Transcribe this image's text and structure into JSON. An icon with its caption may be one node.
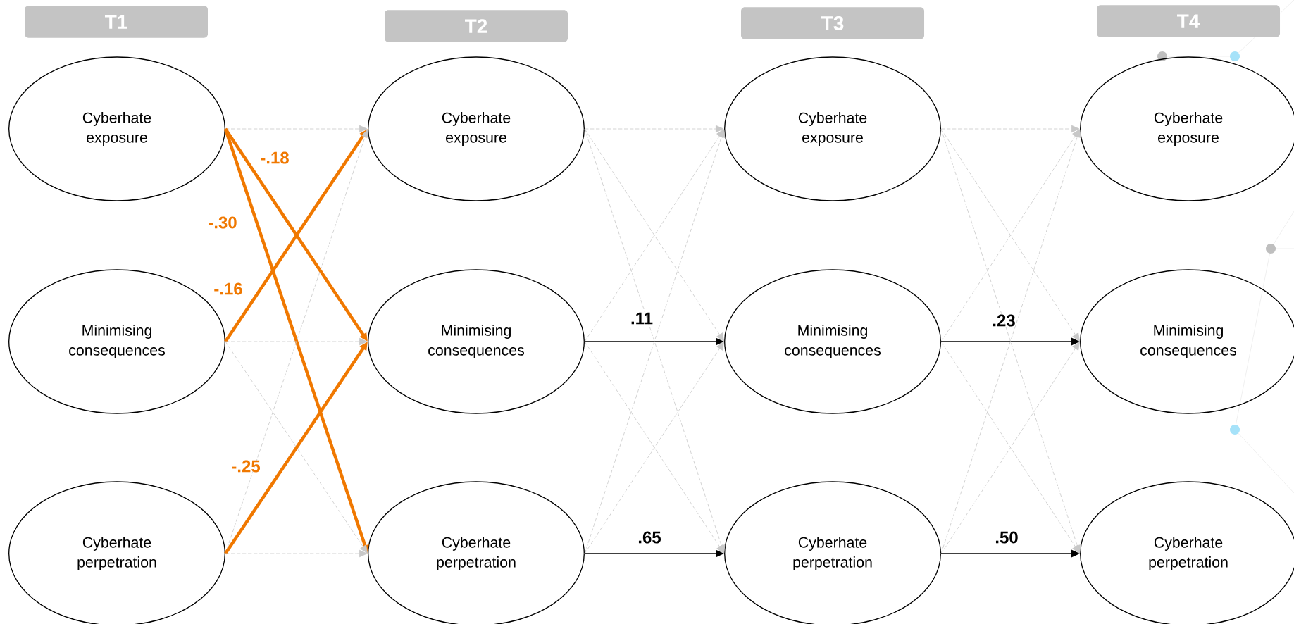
{
  "diagram": {
    "nodes": [
      {
        "text": [
          "T1"
        ]
      },
      {
        "text": [
          "T2"
        ]
      },
      {
        "text": [
          "T3"
        ]
      },
      {
        "text": [
          "T4"
        ]
      },
      {
        "text": [
          "Cyberhate exposure"
        ]
      },
      {
        "text": [
          "Minimising consequences"
        ]
      },
      {
        "text": [
          "Cyberhate perpetration"
        ]
      },
      {
        "text": [
          "Cyberhate exposure"
        ]
      },
      {
        "text": [
          "Minimising consequences"
        ]
      },
      {
        "text": [
          "Cyberhate perpetration"
        ]
      },
      {
        "text": [
          "Cyberhate exposure"
        ]
      },
      {
        "text": [
          "Minimising consequences"
        ]
      },
      {
        "text": [
          "Cyberhate perpetration"
        ]
      },
      {
        "text": [
          "Cyberhate exposure"
        ]
      },
      {
        "text": [
          "Minimising consequences"
        ]
      },
      {
        "text": [
          "Cyberhate perpetration"
        ]
      }
    ],
    "edges": [
      {
        "from": 4,
        "to": 7,
        "arrow": "to",
        "style": "dashed"
      },
      {
        "from": 4,
        "to": 8,
        "arrow": "to",
        "style": "thick",
        "color": "#f07800",
        "label": "-.18"
      },
      {
        "from": 4,
        "to": 9,
        "arrow": "to",
        "style": "thick",
        "color": "#f07800",
        "label": "-.30"
      },
      {
        "from": 5,
        "to": 7,
        "arrow": "to",
        "style": "thick",
        "color": "#f07800",
        "label": "-.16"
      },
      {
        "from": 5,
        "to": 8,
        "arrow": "to",
        "style": "dashed"
      },
      {
        "from": 5,
        "to": 9,
        "arrow": "to",
        "style": "dashed"
      },
      {
        "from": 6,
        "to": 7,
        "arrow": "to",
        "style": "dashed"
      },
      {
        "from": 6,
        "to": 8,
        "arrow": "to",
        "style": "thick",
        "color": "#f07800",
        "label": "-.25"
      },
      {
        "from": 6,
        "to": 9,
        "arrow": "to",
        "style": "dashed"
      },
      {
        "from": 7,
        "to": 10,
        "arrow": "to",
        "style": "dashed"
      },
      {
        "from": 7,
        "to": 11,
        "arrow": "to",
        "style": "dashed"
      },
      {
        "from": 7,
        "to": 12,
        "arrow": "to",
        "style": "dashed"
      },
      {
        "from": 8,
        "to": 10,
        "arrow": "to",
        "style": "dashed"
      },
      {
        "from": 8,
        "to": 11,
        "arrow": "to",
        "color": "#000000",
        "label": ".11"
      },
      {
        "from": 8,
        "to": 12,
        "arrow": "to",
        "style": "dashed"
      },
      {
        "from": 9,
        "to": 10,
        "arrow": "to",
        "style": "dashed"
      },
      {
        "from": 9,
        "to": 11,
        "arrow": "to",
        "style": "dashed"
      },
      {
        "from": 9,
        "to": 12,
        "arrow": "to",
        "color": "#000000",
        "label": ".65"
      },
      {
        "from": 10,
        "to": 13,
        "arrow": "to",
        "style": "dashed"
      },
      {
        "from": 10,
        "to": 14,
        "arrow": "to",
        "style": "dashed"
      },
      {
        "from": 10,
        "to": 15,
        "arrow": "to",
        "style": "dashed"
      },
      {
        "from": 11,
        "to": 13,
        "arrow": "to",
        "style": "dashed"
      },
      {
        "from": 11,
        "to": 14,
        "arrow": "to",
        "color": "#000000",
        "label": ".23"
      },
      {
        "from": 11,
        "to": 15,
        "arrow": "to",
        "style": "dashed"
      },
      {
        "from": 12,
        "to": 13,
        "arrow": "to",
        "style": "dashed"
      },
      {
        "from": 12,
        "to": 14,
        "arrow": "to",
        "style": "dashed"
      },
      {
        "from": 12,
        "to": 15,
        "arrow": "to",
        "color": "#000000",
        "label": ".50"
      }
    ]
  }
}
